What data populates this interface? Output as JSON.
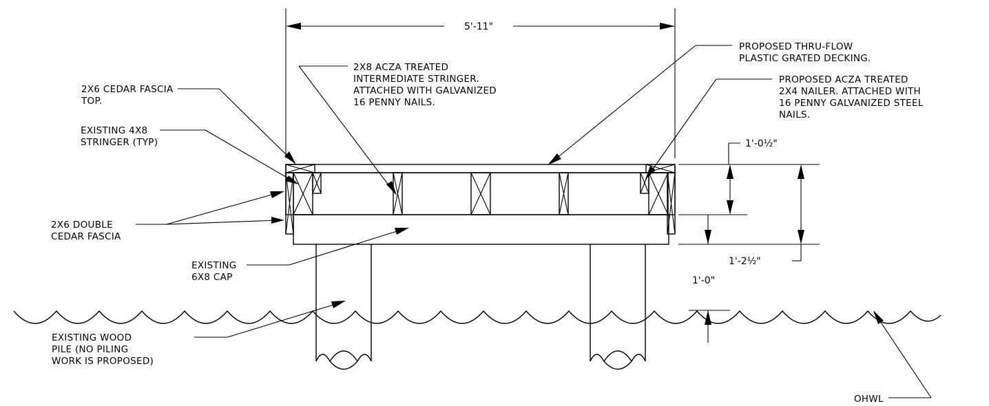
{
  "dimensions": {
    "width": "5'-11\"",
    "deck_to_stringer_bottom": "1'-0½\"",
    "deck_to_cap_bottom": "1'-2½\"",
    "cap_bottom_to_ohwl": "1'-0\""
  },
  "labels": {
    "decking": [
      "PROPOSED THRU-FLOW",
      "PLASTIC GRATED DECKING."
    ],
    "intermediate_stringer": [
      "2X8 ACZA TREATED",
      "INTERMEDIATE STRINGER.",
      "ATTACHED WITH GALVANIZED",
      "16 PENNY NAILS."
    ],
    "fascia_top": [
      "2X6 CEDAR FASCIA",
      "TOP."
    ],
    "existing_stringer": [
      "EXISTING 4X8",
      "STRINGER (TYP)"
    ],
    "nailer": [
      "PROPOSED ACZA TREATED",
      "2X4 NAILER. ATTACHED WITH",
      "16 PENNY GALVANIZED STEEL",
      "NAILS."
    ],
    "double_fascia": [
      "2X6 DOUBLE",
      "CEDAR FASCIA"
    ],
    "cap": [
      "EXISTING",
      "6X8 CAP"
    ],
    "pile": [
      "EXISTING WOOD",
      "PILE (NO PILING",
      "WORK IS PROPOSED)"
    ],
    "ohwl": "OHWL"
  }
}
